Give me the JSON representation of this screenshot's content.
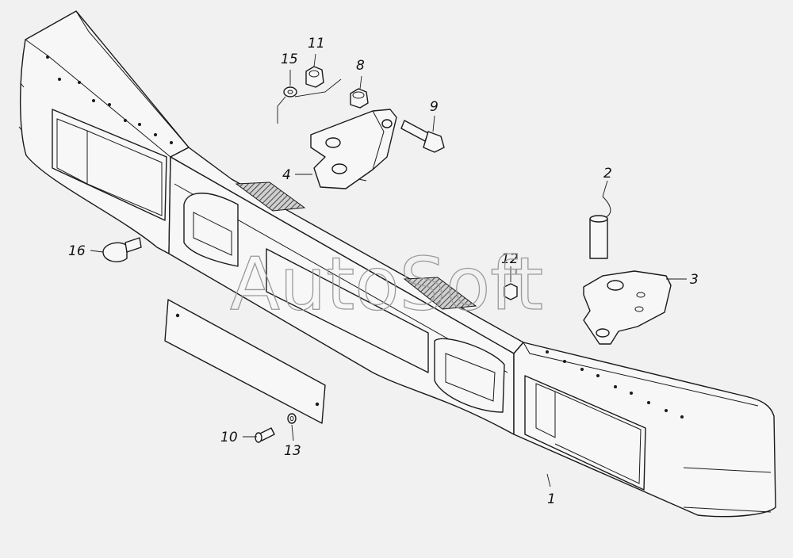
{
  "diagram": {
    "watermark": "AutoSoft",
    "callouts": [
      {
        "id": "c1",
        "label": "1"
      },
      {
        "id": "c2",
        "label": "2"
      },
      {
        "id": "c3",
        "label": "3"
      },
      {
        "id": "c4",
        "label": "4"
      },
      {
        "id": "c8",
        "label": "8"
      },
      {
        "id": "c9",
        "label": "9"
      },
      {
        "id": "c10",
        "label": "10"
      },
      {
        "id": "c11",
        "label": "11"
      },
      {
        "id": "c12",
        "label": "12"
      },
      {
        "id": "c13",
        "label": "13"
      },
      {
        "id": "c15",
        "label": "15"
      },
      {
        "id": "c16",
        "label": "16"
      }
    ]
  }
}
